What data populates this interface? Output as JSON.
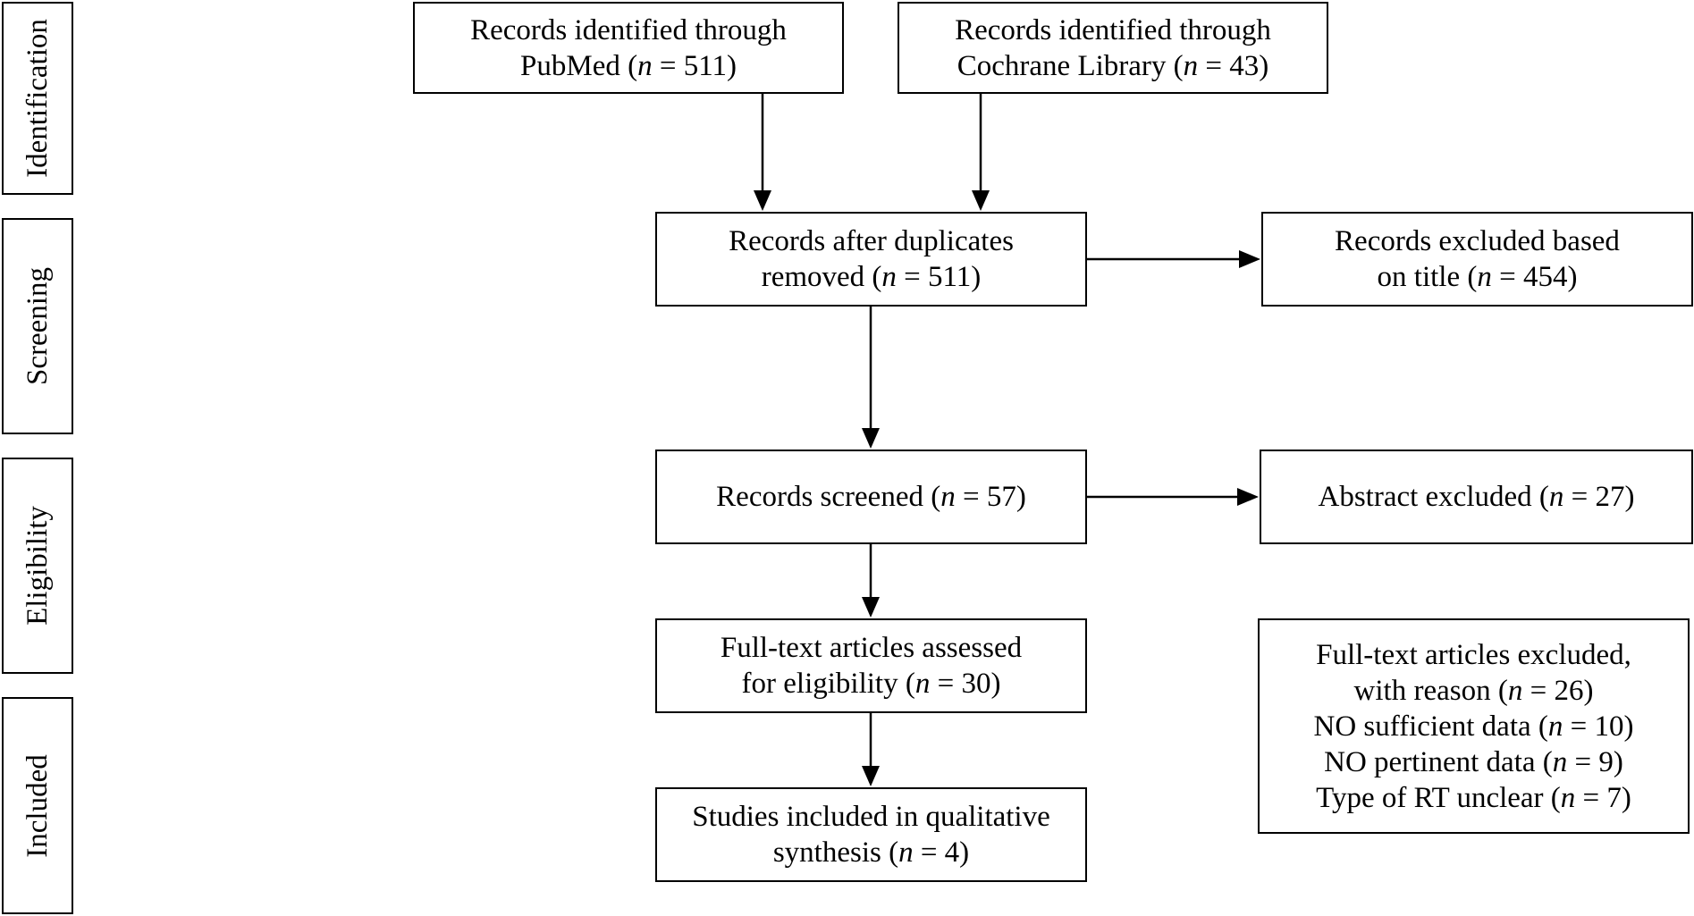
{
  "stages": [
    {
      "id": "identification",
      "label": "Identification"
    },
    {
      "id": "screening",
      "label": "Screening"
    },
    {
      "id": "eligibility",
      "label": "Eligibility"
    },
    {
      "id": "included",
      "label": "Included"
    }
  ],
  "boxes": {
    "pubmed": {
      "lines": [
        {
          "text": "Records identified through"
        },
        {
          "prefix": "PubMed (",
          "n": "n",
          "suffix": " = 511)"
        }
      ]
    },
    "cochrane": {
      "lines": [
        {
          "text": "Records identified through"
        },
        {
          "prefix": "Cochrane Library (",
          "n": "n",
          "suffix": " = 43)"
        }
      ]
    },
    "duplicates_removed": {
      "lines": [
        {
          "text": "Records after duplicates"
        },
        {
          "prefix": "removed (",
          "n": "n",
          "suffix": " = 511)"
        }
      ]
    },
    "excluded_title": {
      "lines": [
        {
          "text": "Records excluded based"
        },
        {
          "prefix": "on title (",
          "n": "n",
          "suffix": " = 454)"
        }
      ]
    },
    "screened": {
      "lines": [
        {
          "prefix": "Records screened (",
          "n": "n",
          "suffix": " = 57)"
        }
      ]
    },
    "abstract_excluded": {
      "lines": [
        {
          "prefix": "Abstract excluded (",
          "n": "n",
          "suffix": " = 27)"
        }
      ]
    },
    "full_text_assessed": {
      "lines": [
        {
          "text": "Full-text articles assessed"
        },
        {
          "prefix": "for eligibility (",
          "n": "n",
          "suffix": " = 30)"
        }
      ]
    },
    "full_text_excluded": {
      "lines": [
        {
          "text": "Full-text articles excluded,"
        },
        {
          "prefix": "with reason (",
          "n": "n",
          "suffix": " = 26)"
        },
        {
          "prefix": "NO sufficient data (",
          "n": "n",
          "suffix": " = 10)"
        },
        {
          "prefix": "NO pertinent data (",
          "n": "n",
          "suffix": " = 9)"
        },
        {
          "prefix": "Type of RT unclear (",
          "n": "n",
          "suffix": " = 7)"
        }
      ]
    },
    "included_synthesis": {
      "lines": [
        {
          "text": "Studies included in qualitative"
        },
        {
          "prefix": "synthesis (",
          "n": "n",
          "suffix": " = 4)"
        }
      ]
    }
  }
}
